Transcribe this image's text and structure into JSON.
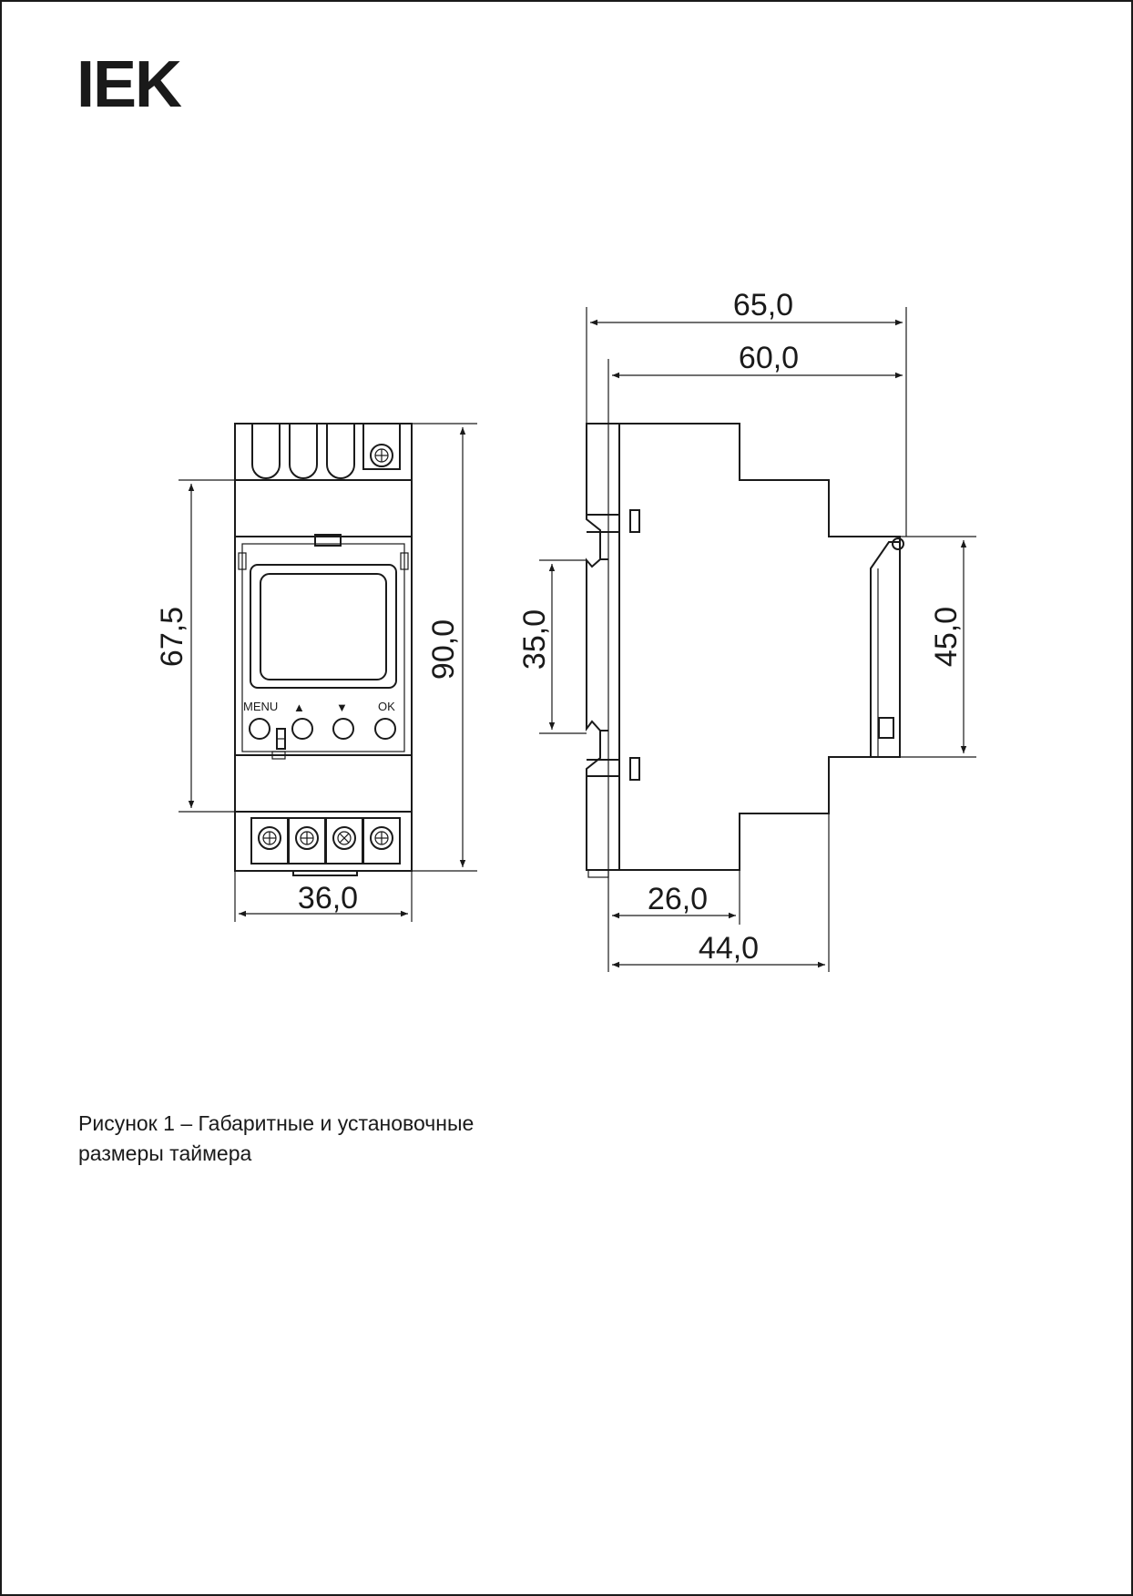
{
  "logo": {
    "text": "IEK"
  },
  "front_view": {
    "buttons": {
      "menu": "MENU",
      "up": "▲",
      "down": "▼",
      "ok": "OK"
    },
    "dims": {
      "height_total": "90,0",
      "height_body": "67,5",
      "width": "36,0"
    }
  },
  "side_view": {
    "dims": {
      "depth_total": "65,0",
      "depth_body": "60,0",
      "rail": "35,0",
      "front_face": "45,0",
      "depth_step1": "26,0",
      "depth_step2": "44,0"
    }
  },
  "caption": {
    "line1": "Рисунок 1 – Габаритные и установочные",
    "line2": "размеры таймера"
  },
  "colors": {
    "ink": "#1a1a1a",
    "background": "#ffffff"
  }
}
